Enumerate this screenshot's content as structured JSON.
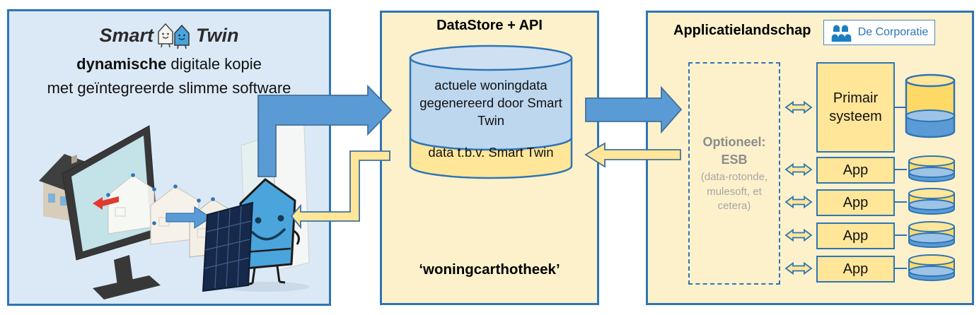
{
  "colors": {
    "panel_border": "#2e75b6",
    "left_panel_bg": "#dbe9f6",
    "cream_bg": "#fdf1cb",
    "arrow_blue": "#5b9bd5",
    "arrow_stroke": "#41719c",
    "arrow_yellow": "#ffe699",
    "box_yellow": "#ffe699",
    "cylinder_blue": "#bdd7ee",
    "cylinder_blue_top": "#cfe0f3",
    "cylinder_yellow": "#ffd966",
    "db_blue": "#5b9bd5",
    "db_light_blue": "#9dc3e6",
    "esb_text": "#8c8c8c",
    "esb_subtext": "#a6a6a6",
    "brand_blue": "#2e75b6",
    "text_dark": "#1a1a1a"
  },
  "left_panel": {
    "logo_smart": "Smart",
    "logo_twin": "Twin",
    "tagline_bold": "dynamische",
    "tagline_rest": " digitale kopie",
    "tagline_line2": "met geïntegreerde slimme software"
  },
  "middle_panel": {
    "title": "DataStore + API",
    "cylinder_blue_text": "actuele woningdata gegenereerd door Smart Twin",
    "cylinder_yellow_text": "data t.b.v. Smart Twin",
    "footer": "‘woningcarthotheek’"
  },
  "right_panel": {
    "title": "Applicatielandschap",
    "badge_label": "De Corporatie",
    "esb": {
      "line1": "Optioneel:",
      "line2": "ESB",
      "line3": "(data-rotonde, mulesoft, et cetera)"
    },
    "primary_system_label": "Primair systeem",
    "apps": [
      "App",
      "App",
      "App",
      "App"
    ]
  }
}
